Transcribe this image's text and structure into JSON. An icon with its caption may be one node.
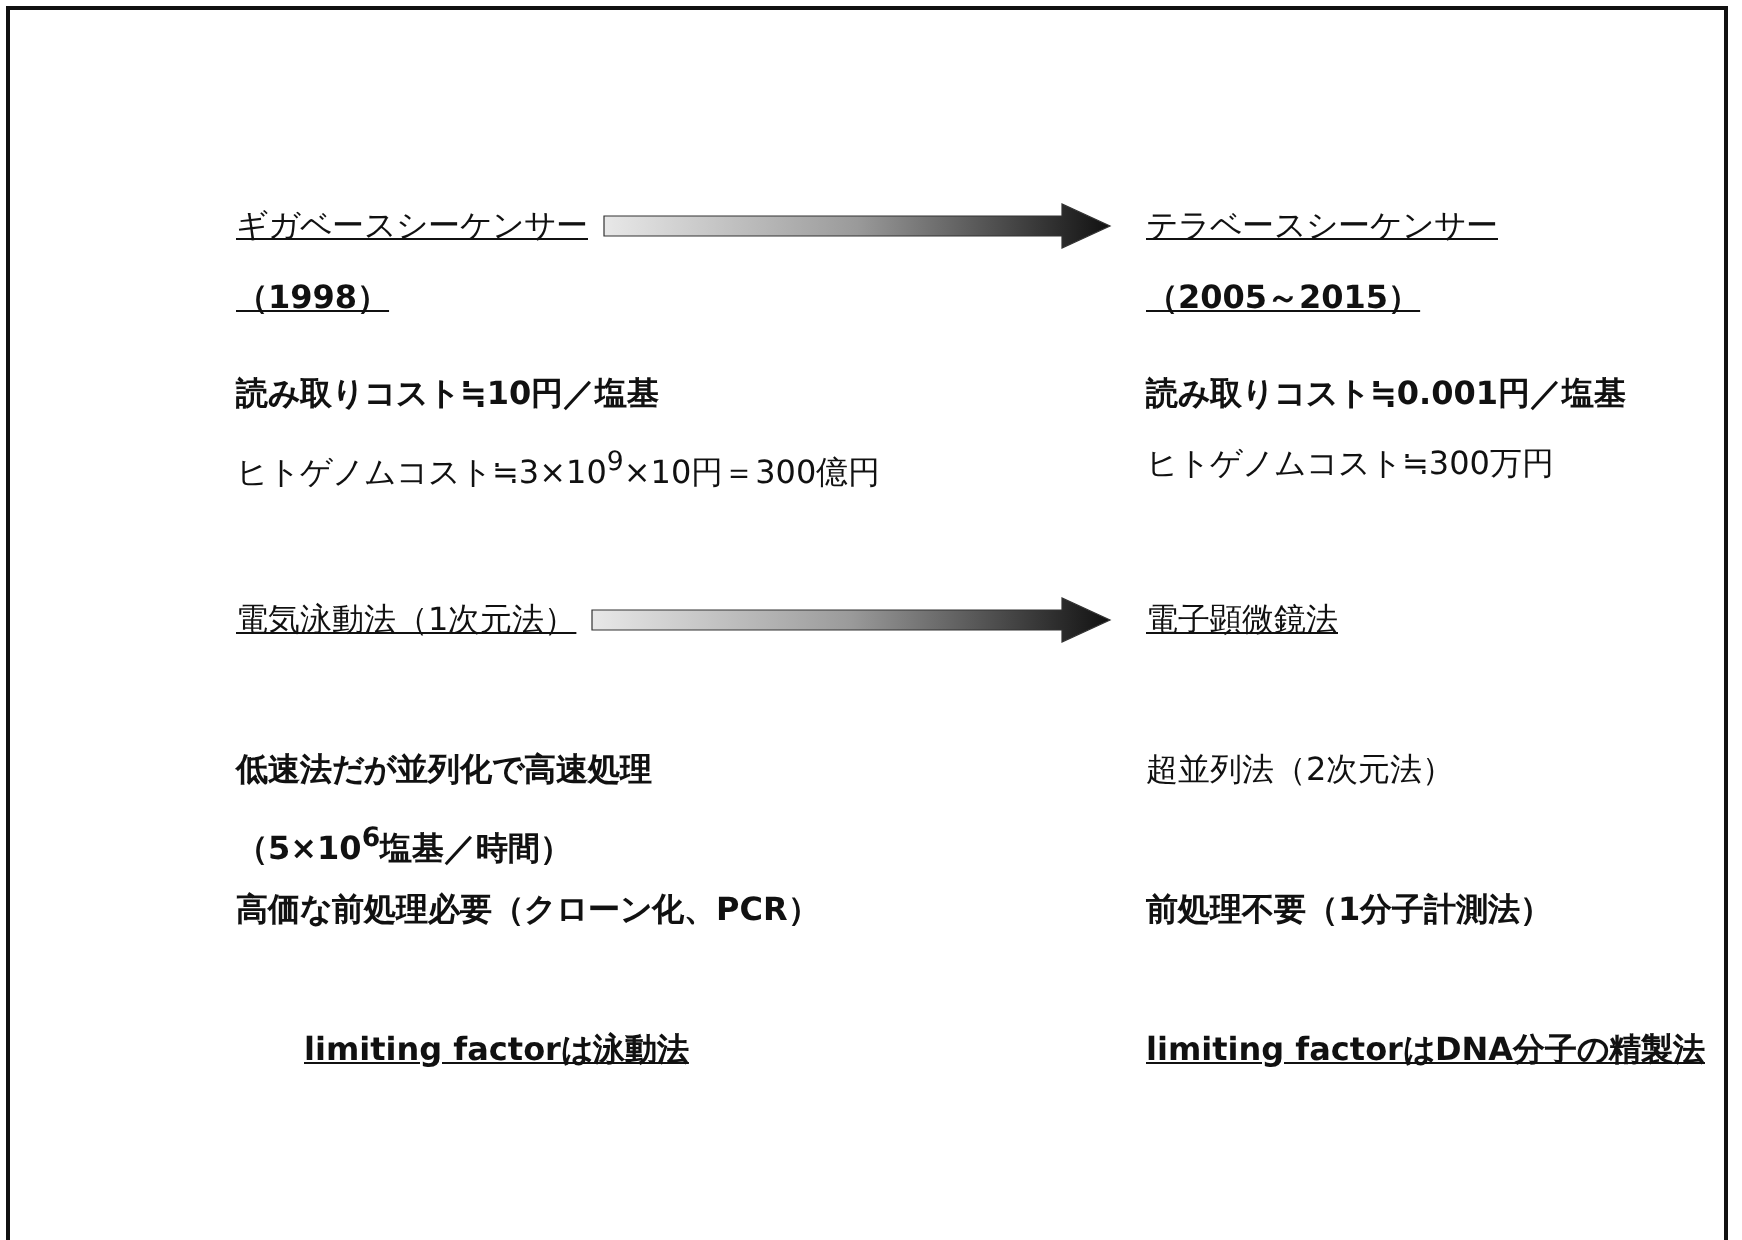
{
  "diagram": {
    "nodes": [
      {
        "text": [
          "ギガベースシーケンサー",
          "（1998）"
        ]
      },
      {
        "text": [
          "テラベースシーケンサー",
          "（2005～2015）"
        ]
      },
      {
        "text": [
          "電気泳動法（1次元法）"
        ]
      },
      {
        "text": [
          "電子顕微鏡法"
        ]
      }
    ],
    "edges": [
      {
        "from": 0,
        "to": 1,
        "arrow": "to"
      },
      {
        "from": 2,
        "to": 3,
        "arrow": "to"
      }
    ],
    "labels": [
      "読み取りコスト≒10円／塩基",
      "読み取りコスト≒0.001円／塩基",
      "ヒトゲノムコスト≒3×10$^{9}$×10円＝300億円",
      "ヒトゲノムコスト≒300万円",
      "低速法だが並列化で高速処理",
      "超並列法（2次元法）",
      "（5×10$^{6}$塩基／時間）",
      "高価な前処理必要（クローン化、PCR）",
      "前処理不要（1分子計測法）",
      "limiting factorは泳動法",
      "limiting factorはDNA分子の精製法"
    ]
  }
}
